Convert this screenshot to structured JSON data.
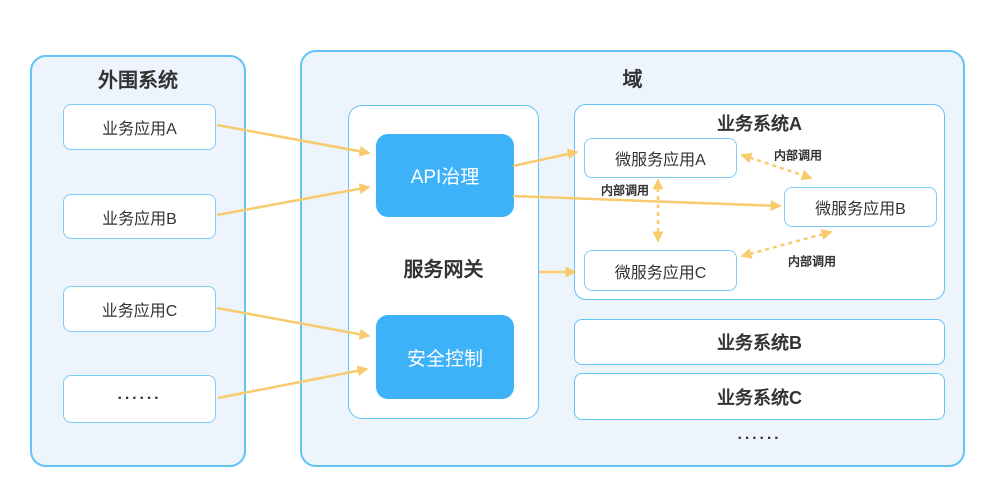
{
  "peripheral": {
    "title": "外围系统",
    "items": [
      "业务应用A",
      "业务应用B",
      "业务应用C",
      "······"
    ]
  },
  "domain": {
    "title": "域",
    "gateway": {
      "title": "服务网关",
      "api_module": "API治理",
      "security_module": "安全控制"
    },
    "system_a": {
      "title": "业务系统A",
      "services": [
        "微服务应用A",
        "微服务应用B",
        "微服务应用C"
      ],
      "internal_call_label": "内部调用"
    },
    "system_b": "业务系统B",
    "system_c": "业务系统C",
    "more": "······"
  },
  "edges": [
    {
      "from": "业务应用A",
      "to": "API治理",
      "style": "solid"
    },
    {
      "from": "业务应用B",
      "to": "API治理",
      "style": "solid"
    },
    {
      "from": "业务应用C",
      "to": "安全控制",
      "style": "solid"
    },
    {
      "from": "······",
      "to": "安全控制",
      "style": "solid"
    },
    {
      "from": "API治理",
      "to": "微服务应用A",
      "style": "solid"
    },
    {
      "from": "API治理",
      "to": "微服务应用B",
      "style": "solid"
    },
    {
      "from": "服务网关",
      "to": "微服务应用C",
      "style": "solid"
    },
    {
      "from": "微服务应用A",
      "to": "微服务应用B",
      "style": "dashed-bidirectional",
      "label": "内部调用"
    },
    {
      "from": "微服务应用A",
      "to": "微服务应用C",
      "style": "dashed-bidirectional",
      "label": "内部调用"
    },
    {
      "from": "微服务应用C",
      "to": "微服务应用B",
      "style": "dashed-bidirectional",
      "label": "内部调用"
    }
  ],
  "colors": {
    "panel_bg": "#EDF4FC",
    "panel_border": "#62C3F6",
    "box_border": "#7ECBF7",
    "module_fill": "#3DB2F8",
    "arrow": "#F7CB6E",
    "text": "#333333"
  }
}
